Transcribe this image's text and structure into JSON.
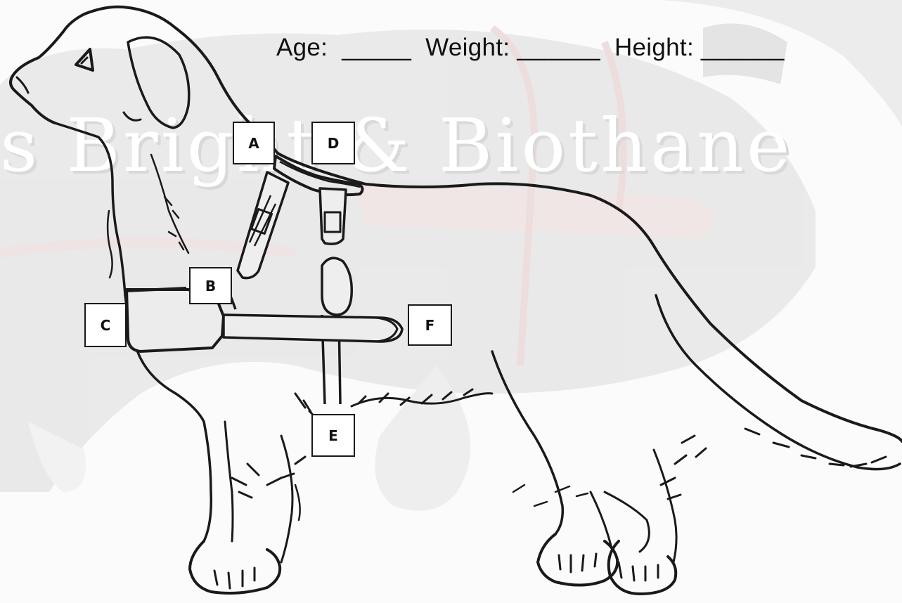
{
  "measurements": {
    "age_label": "Age:",
    "age_blank": "_____",
    "weight_label": "Weight:",
    "weight_blank": "______",
    "height_label": "Height:",
    "height_blank": "______"
  },
  "watermark_text": "s Bright & Biothane",
  "labels": {
    "a": "A",
    "b": "B",
    "c": "C",
    "d": "D",
    "e": "E",
    "f": "F"
  },
  "colors": {
    "ink": "#1a1a1a",
    "watermark_bg": "#e3e3e3",
    "harness_faded": "#e6caca"
  }
}
